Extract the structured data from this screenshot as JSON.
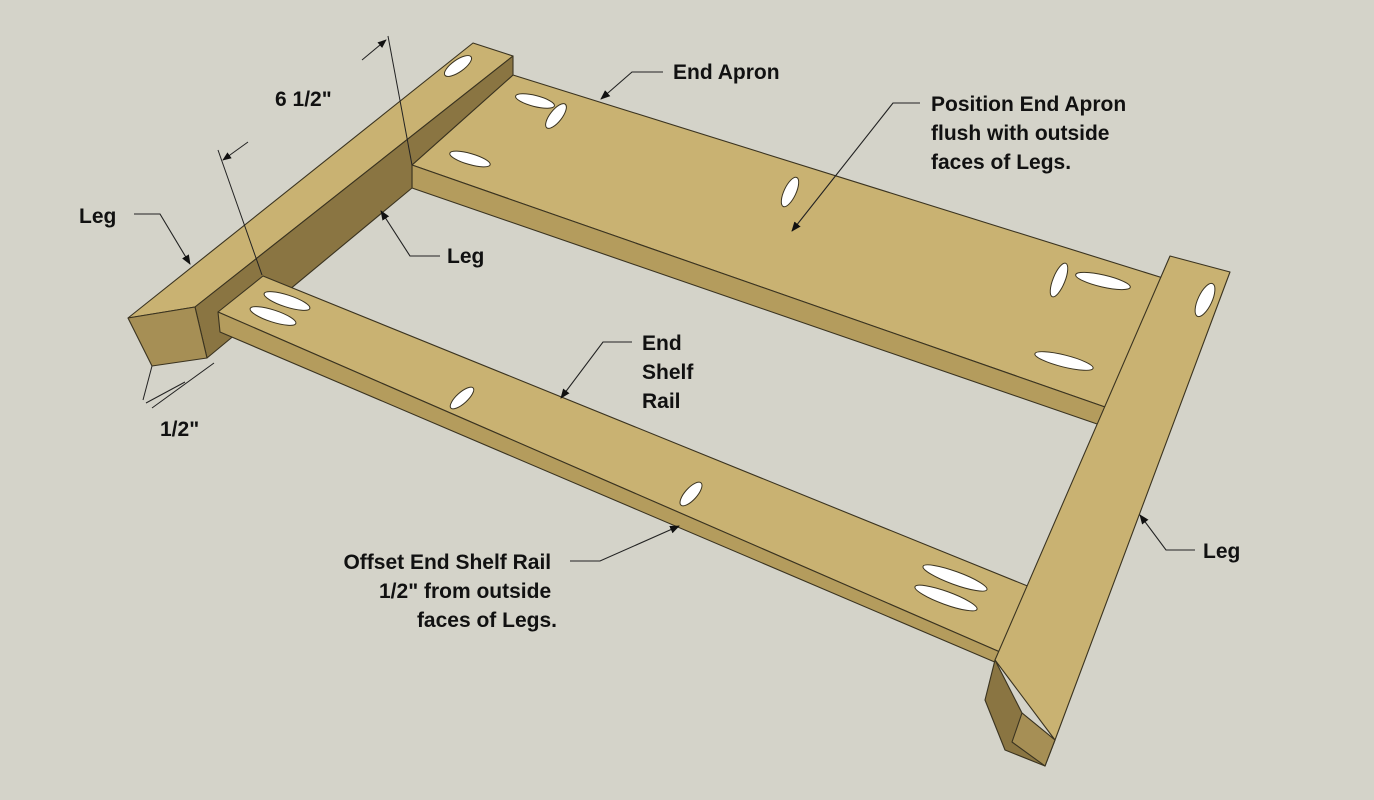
{
  "colors": {
    "background": "#d4d3c9",
    "wood_top": "#c9b272",
    "wood_side": "#b49c5d",
    "wood_dark": "#8a7542",
    "wood_end": "#a68f55",
    "line": "#222222"
  },
  "labels": {
    "end_apron": "End Apron",
    "position_note": [
      "Position End Apron",
      "flush with outside",
      "faces of Legs."
    ],
    "leg_left_outer": "Leg",
    "leg_left_inner": "Leg",
    "leg_right": "Leg",
    "end_shelf_rail": [
      "End",
      "Shelf",
      "Rail"
    ],
    "offset_note": [
      "Offset End Shelf Rail",
      "1/2\" from outside",
      "faces of Legs."
    ]
  },
  "dimensions": {
    "width_dim": "6 1/2\"",
    "offset_dim": "1/2\""
  }
}
